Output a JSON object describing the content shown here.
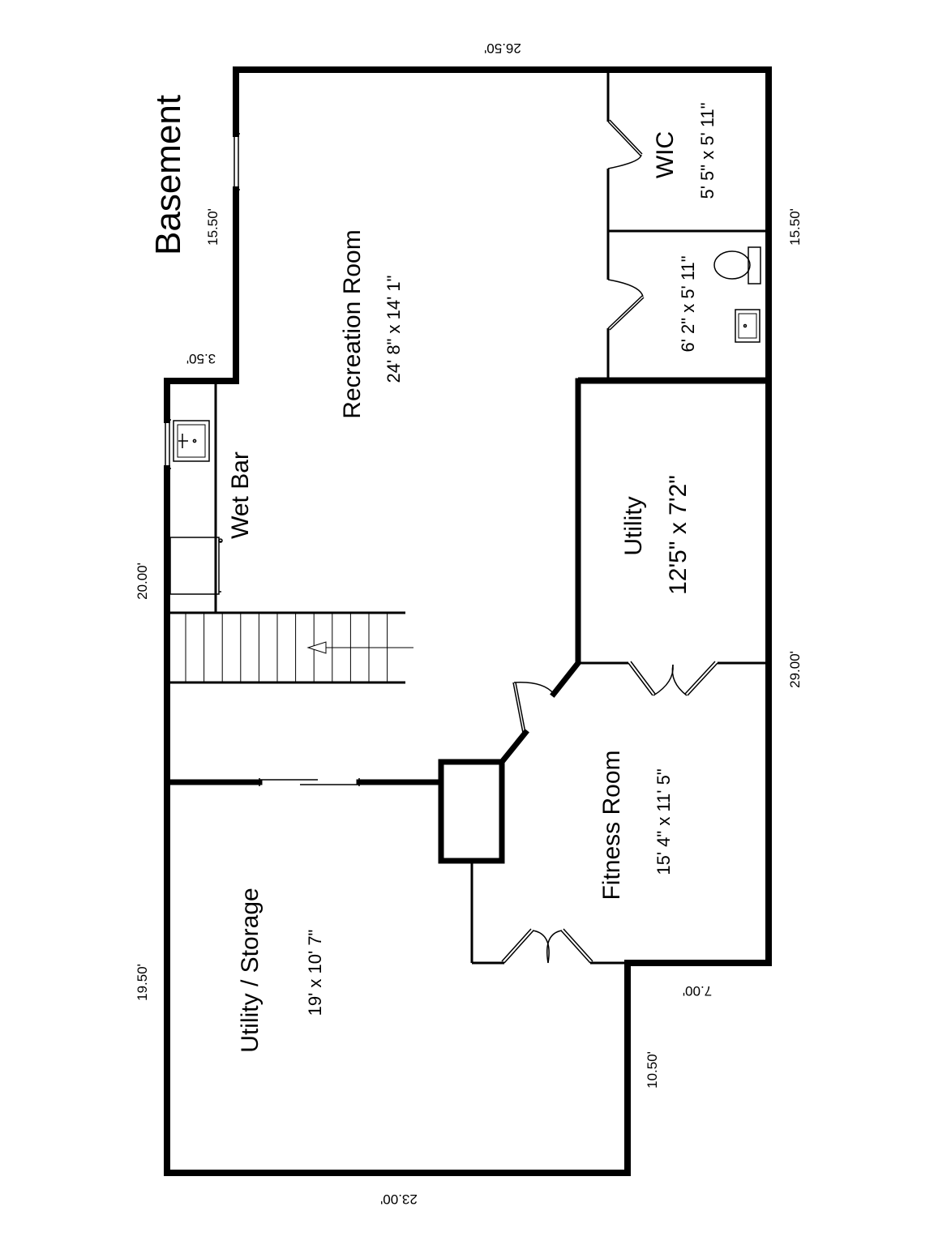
{
  "title": "Basement",
  "rooms": {
    "recreation": {
      "name": "Recreation Room",
      "dims": "24' 8\" x 14' 1\""
    },
    "wic": {
      "name": "WIC",
      "dims": "5' 5\" x 5' 11\""
    },
    "bath": {
      "dims": "6' 2\" x 5' 11\""
    },
    "utility": {
      "name": "Utility",
      "dims": "12'5\" x 7'2\""
    },
    "wetbar": {
      "name": "Wet Bar"
    },
    "fitness": {
      "name": "Fitness Room",
      "dims": "15' 4\" x 11' 5\""
    },
    "storage": {
      "name": "Utility / Storage",
      "dims": "19' x 10' 7\""
    }
  },
  "measurements": {
    "top": "26.50'",
    "left_upper": "15.50'",
    "left_step": "3.50'",
    "left_middle": "20.00'",
    "left_lower": "19.50'",
    "right_upper": "15.50'",
    "right_middle": "29.00'",
    "right_step": "7.00'",
    "right_lower": "10.50'",
    "bottom": "23.00'"
  },
  "colors": {
    "line": "#000000",
    "background": "#ffffff"
  }
}
